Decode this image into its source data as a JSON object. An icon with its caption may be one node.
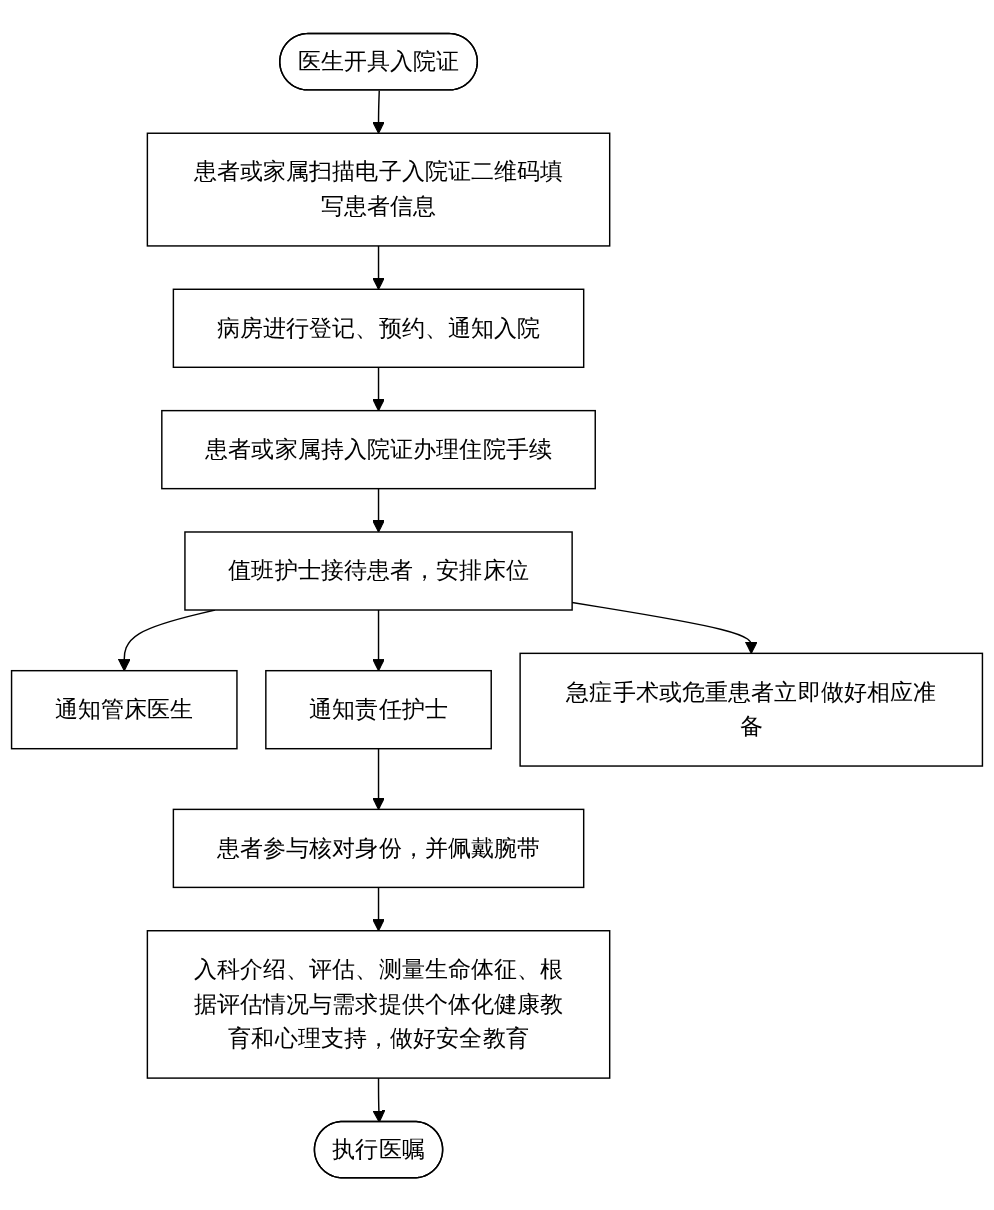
{
  "diagram": {
    "nodes": [
      {
        "text": [
          "医生开具入院证"
        ]
      },
      {
        "text": [
          "患者或家属扫描电子入院证二维码填写患者信息"
        ]
      },
      {
        "text": [
          "病房进行登记、预约、通知入院"
        ]
      },
      {
        "text": [
          "患者或家属持入院证办理住院手续"
        ]
      },
      {
        "text": [
          "值班护士接待患者，安排床位"
        ]
      },
      {
        "text": [
          "通知管床医生"
        ]
      },
      {
        "text": [
          "通知责任护士"
        ]
      },
      {
        "text": [
          "急症手术或危重患者立即做好相应准备"
        ]
      },
      {
        "text": [
          "患者参与核对身份，并佩戴腕带"
        ]
      },
      {
        "text": [
          "入科介绍、评估、测量生命体征、根据评估情况与需求提供个体化健康教育和心理支持，做好安全教育"
        ]
      },
      {
        "text": [
          "执行医嘱"
        ]
      }
    ],
    "edges": [
      {
        "from": 0,
        "to": 1,
        "arrow": "to"
      },
      {
        "from": 1,
        "to": 2,
        "arrow": "to"
      },
      {
        "from": 2,
        "to": 3,
        "arrow": "to"
      },
      {
        "from": 3,
        "to": 4,
        "arrow": "to"
      },
      {
        "from": 4,
        "to": 5,
        "arrow": "to"
      },
      {
        "from": 4,
        "to": 6,
        "arrow": "to"
      },
      {
        "from": 4,
        "to": 7,
        "arrow": "to"
      },
      {
        "from": 6,
        "to": 8,
        "arrow": "to"
      },
      {
        "from": 8,
        "to": 9,
        "arrow": "to"
      },
      {
        "from": 9,
        "to": 10,
        "arrow": "to"
      }
    ]
  }
}
